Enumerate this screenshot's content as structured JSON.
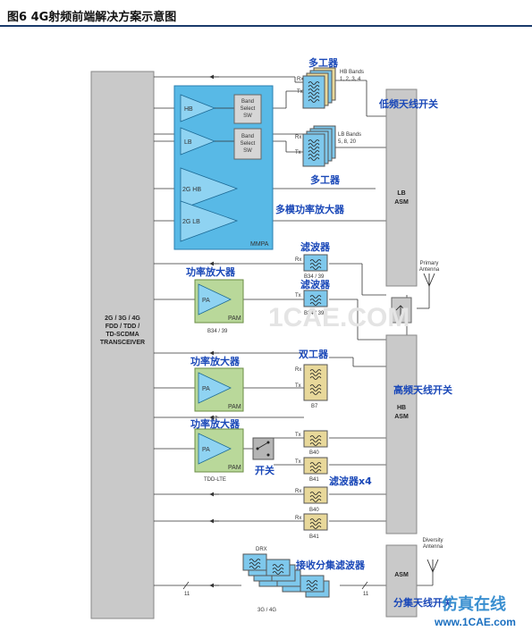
{
  "figure": {
    "title": "图6 4G射频前端解决方案示意图"
  },
  "transceiver": {
    "label": [
      "2G / 3G / 4G",
      "FDD / TDD /",
      "TD-SCDMA",
      "TRANSCEIVER"
    ]
  },
  "mmpa": {
    "label": "MMPA",
    "hb": "HB",
    "lb": "LB",
    "band_select": [
      "Band",
      "Select",
      "SW"
    ],
    "pa_2g_hb": "2G HB",
    "pa_2g_lb": "2G LB"
  },
  "filters": {
    "hb_bands": [
      "HB Bands",
      "1, 2, 3, 4"
    ],
    "lb_bands": [
      "LB Bands",
      "5, 8, 20"
    ],
    "b34_39": "B34 / 39",
    "b7": "B7",
    "b40": "B40",
    "b41": "B41",
    "drx": "DRX",
    "g34": "3G / 4G"
  },
  "pam": {
    "pa": "PA",
    "pam": "PAM",
    "b34_39": "B34 / 39",
    "b7": "B7",
    "tdd_lte": "TDD-LTE"
  },
  "asm": {
    "lb": [
      "LB",
      "ASM"
    ],
    "hb": [
      "HB",
      "ASM"
    ],
    "div": "ASM"
  },
  "antennas": {
    "primary": [
      "Primary",
      "Antenna"
    ],
    "diversity": [
      "Diversity",
      "Antenna"
    ]
  },
  "signals": {
    "rx": "Rx",
    "tx": "Tx",
    "bus": "11"
  },
  "annotations": {
    "duplexer_top": "多工器",
    "duplexer_mid": "多工器",
    "lb_switch": "低频天线开关",
    "mmpa": "多模功率放大器",
    "filter1": "滤波器",
    "filter2": "滤波器",
    "pa1": "功率放大器",
    "pa2": "功率放大器",
    "pa3": "功率放大器",
    "diplexer": "双工器",
    "hb_switch": "高频天线开关",
    "switch": "开关",
    "filters_x4": "滤波器x4",
    "rx_div_filter": "接收分集滤波器",
    "div_switch": "分集天线开关"
  },
  "watermark": {
    "text": "1CAE.COM",
    "site": "仿真在线",
    "url": "www.1CAE.com"
  },
  "colors": {
    "filter_fill": "#7ec8ec",
    "filter_alt": "#e8d89a",
    "pam_fill": "#b9d89a",
    "mmpa_fill": "#58b9e6",
    "block_gray": "#c8c8c8",
    "annotation": "#1a48b8"
  }
}
